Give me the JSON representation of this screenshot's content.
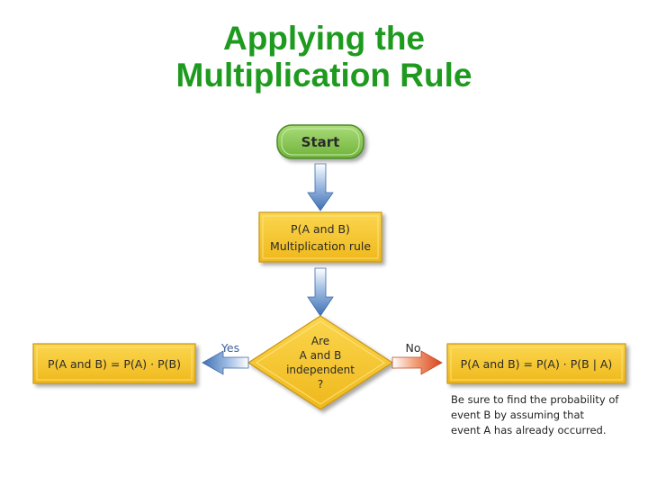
{
  "title": {
    "line1": "Applying the",
    "line2": "Multiplication Rule"
  },
  "flowchart": {
    "start": "Start",
    "step": {
      "line1": "P(A and B)",
      "line2": "Multiplication rule"
    },
    "decision": {
      "line1": "Are",
      "line2": "A and B",
      "line3": "independent",
      "line4": "?"
    },
    "yes_label": "Yes",
    "no_label": "No",
    "independent_formula": "P(A and B) = P(A) · P(B)",
    "dependent_formula": "P(A and B) = P(A) · P(B | A)",
    "note": {
      "line1": "Be sure to find the probability of",
      "line2": "event B by assuming that",
      "line3": "event A has already occurred."
    }
  },
  "colors": {
    "title": "#1e9a1e",
    "start_fill": "#8fcf5a",
    "box_fill": "#f6c62e",
    "arrow_blue": "#4f7fc0",
    "arrow_no": "#e0552f"
  }
}
